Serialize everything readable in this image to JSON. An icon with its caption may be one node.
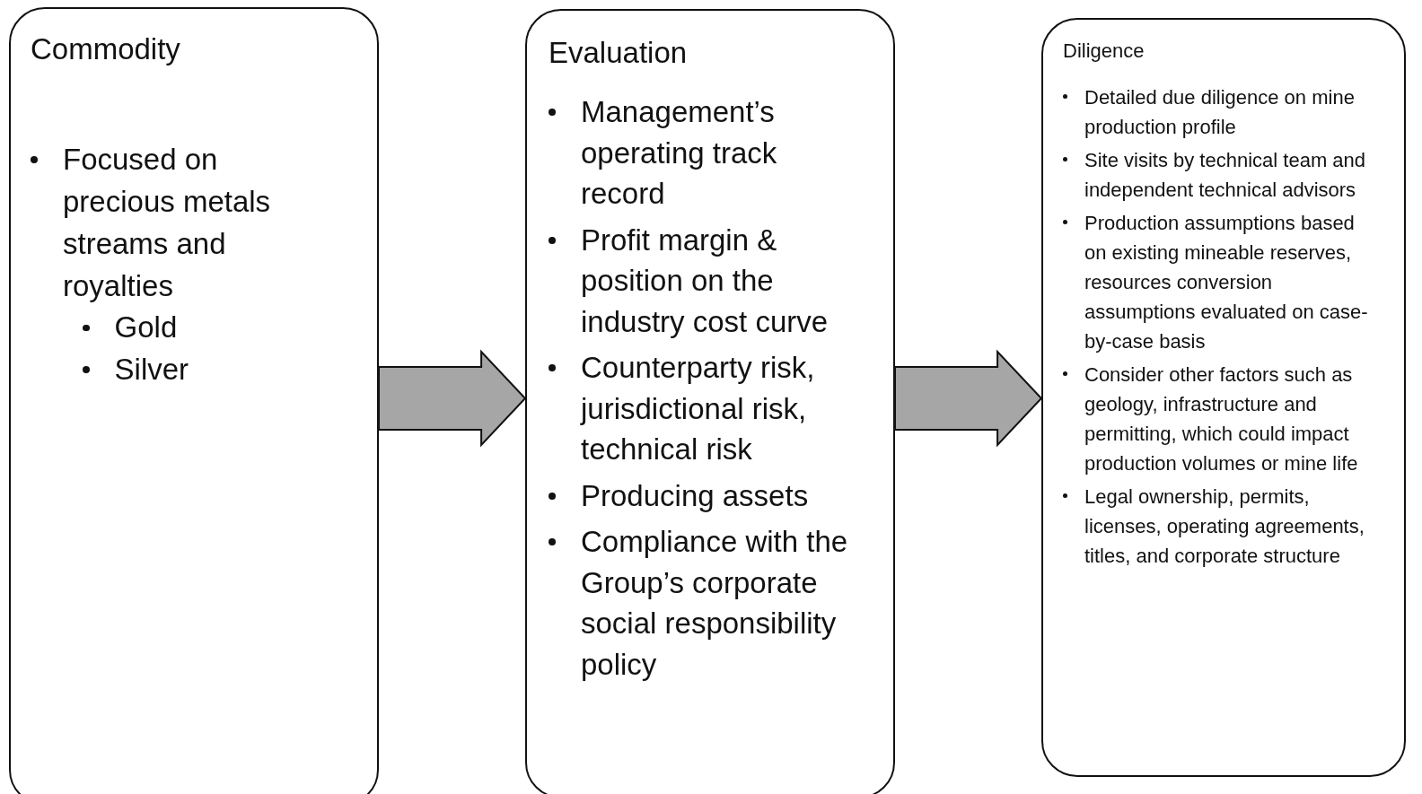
{
  "diagram": {
    "nodes": [
      {
        "text": [
          "Commodity",
          "Focused on precious metals streams and royalties",
          "Gold",
          "Silver"
        ]
      },
      {
        "text": [
          "Evaluation",
          "Management’s operating track record",
          "Profit margin & position on the industry cost curve",
          "Counterparty risk, jurisdictional risk, technical risk",
          "Producing assets",
          "Compliance with the Group’s corporate social responsibility policy"
        ]
      },
      {
        "text": [
          "Diligence",
          "Detailed due diligence on mine production profile",
          "Site visits by technical team and independent technical advisors",
          "Production assumptions based on existing mineable reserves, resources conversion assumptions evaluated on case-by-case basis",
          "Consider other factors such as geology, infrastructure and permitting, which could impact production volumes or mine life",
          "Legal ownership, permits, licenses, operating agreements, titles, and corporate structure"
        ]
      }
    ],
    "edges": [
      {
        "from": 0,
        "to": 1,
        "arrow": "to"
      },
      {
        "from": 1,
        "to": 2,
        "arrow": "to"
      }
    ]
  }
}
